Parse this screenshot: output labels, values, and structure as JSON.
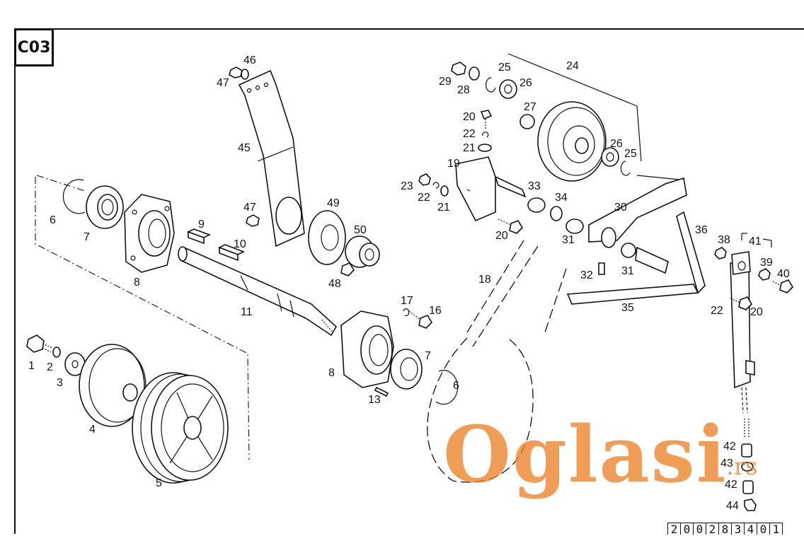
{
  "diagram": {
    "code": "C03",
    "doc_number_digits": [
      "2",
      "0",
      "0",
      "2",
      "8",
      "3",
      "4",
      "0",
      "1"
    ],
    "watermark": "Oglasi",
    "watermark_suffix": ".rs",
    "labels": {
      "p1": "1",
      "p2": "2",
      "p3": "3",
      "p4": "4",
      "p5": "5",
      "p6a": "6",
      "p6b": "6",
      "p7a": "7",
      "p7b": "7",
      "p8a": "8",
      "p8b": "8",
      "p9": "9",
      "p10": "10",
      "p11": "11",
      "p13": "13",
      "p16": "16",
      "p17": "17",
      "p18": "18",
      "p19": "19",
      "p20a": "20",
      "p20b": "20",
      "p20c": "20",
      "p21a": "21",
      "p21b": "21",
      "p22a": "22",
      "p22b": "22",
      "p22c": "22",
      "p23": "23",
      "p24": "24",
      "p25a": "25",
      "p25b": "25",
      "p26a": "26",
      "p26b": "26",
      "p27": "27",
      "p28": "28",
      "p29": "29",
      "p30": "30",
      "p31a": "31",
      "p31b": "31",
      "p32": "32",
      "p33": "33",
      "p34": "34",
      "p35": "35",
      "p36": "36",
      "p38": "38",
      "p39": "39",
      "p40": "40",
      "p41": "41",
      "p42a": "42",
      "p42b": "42",
      "p43": "43",
      "p44": "44",
      "p45": "45",
      "p46": "46",
      "p47a": "47",
      "p47b": "47",
      "p48": "48",
      "p49": "49",
      "p50": "50"
    }
  }
}
